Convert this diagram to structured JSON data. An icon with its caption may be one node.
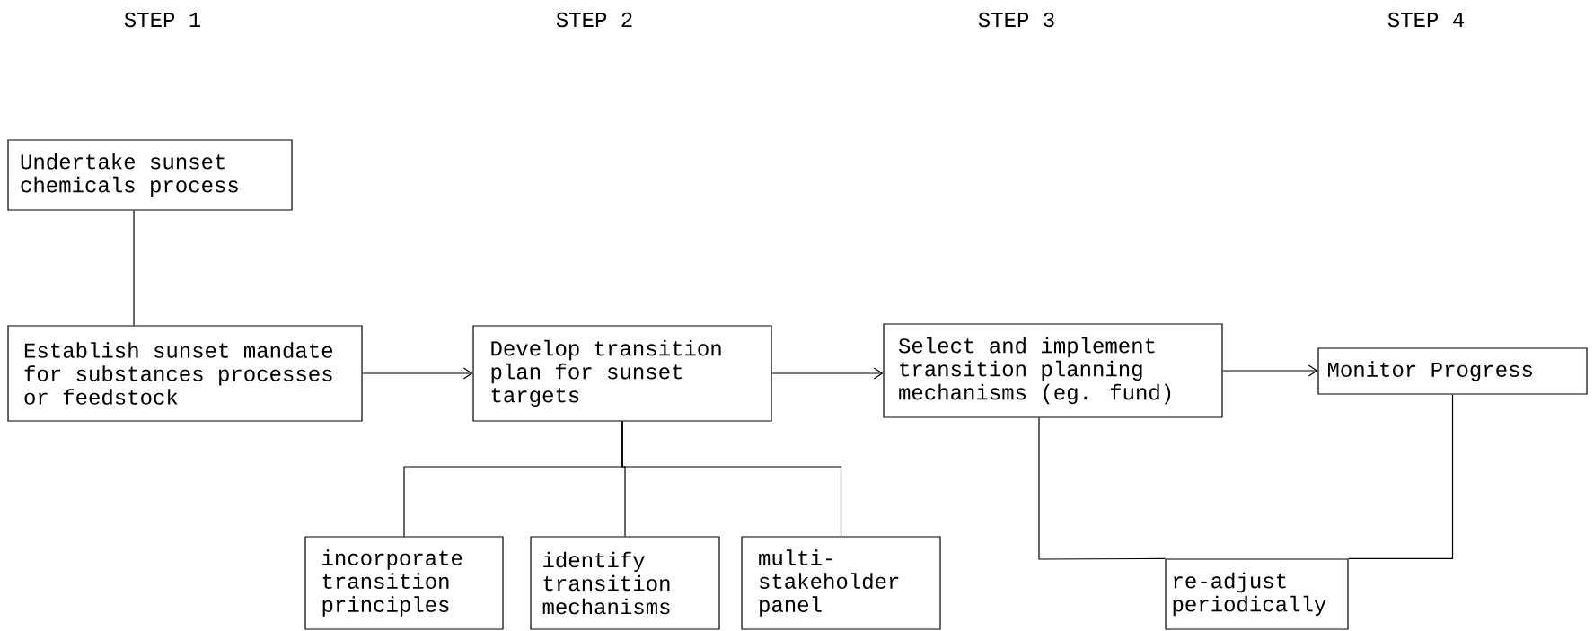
{
  "diagram": {
    "nodes": [
      {
        "text": [
          "Undertake sunset chemicals process"
        ]
      },
      {
        "text": [
          "Establish sunset mandate for substances processes or feedstock"
        ]
      },
      {
        "text": [
          "Develop transition plan for sunset targets"
        ]
      },
      {
        "text": [
          "Select and implement transition planning mechanisms (eg. fund)"
        ]
      },
      {
        "text": [
          "Monitor Progress"
        ]
      },
      {
        "text": [
          "incorporate transition principles"
        ]
      },
      {
        "text": [
          "identify transition mechanisms"
        ]
      },
      {
        "text": [
          "multi- stakeholder panel"
        ]
      },
      {
        "text": [
          "re-adjust periodically"
        ]
      }
    ],
    "edges": [
      {
        "from": 0,
        "to": 1,
        "arrow": "none"
      },
      {
        "from": 1,
        "to": 2,
        "arrow": "to"
      },
      {
        "from": 2,
        "to": 3,
        "arrow": "to"
      },
      {
        "from": 3,
        "to": 4,
        "arrow": "to"
      },
      {
        "from": 2,
        "to": 5,
        "arrow": "none"
      },
      {
        "from": 2,
        "to": 6,
        "arrow": "none"
      },
      {
        "from": 2,
        "to": 7,
        "arrow": "none"
      },
      {
        "from": 4,
        "to": 8,
        "arrow": "none"
      },
      {
        "from": 8,
        "to": 3,
        "arrow": "none"
      }
    ],
    "labels": [
      "STEP 1",
      "STEP 2",
      "STEP 3",
      "STEP 4"
    ]
  }
}
